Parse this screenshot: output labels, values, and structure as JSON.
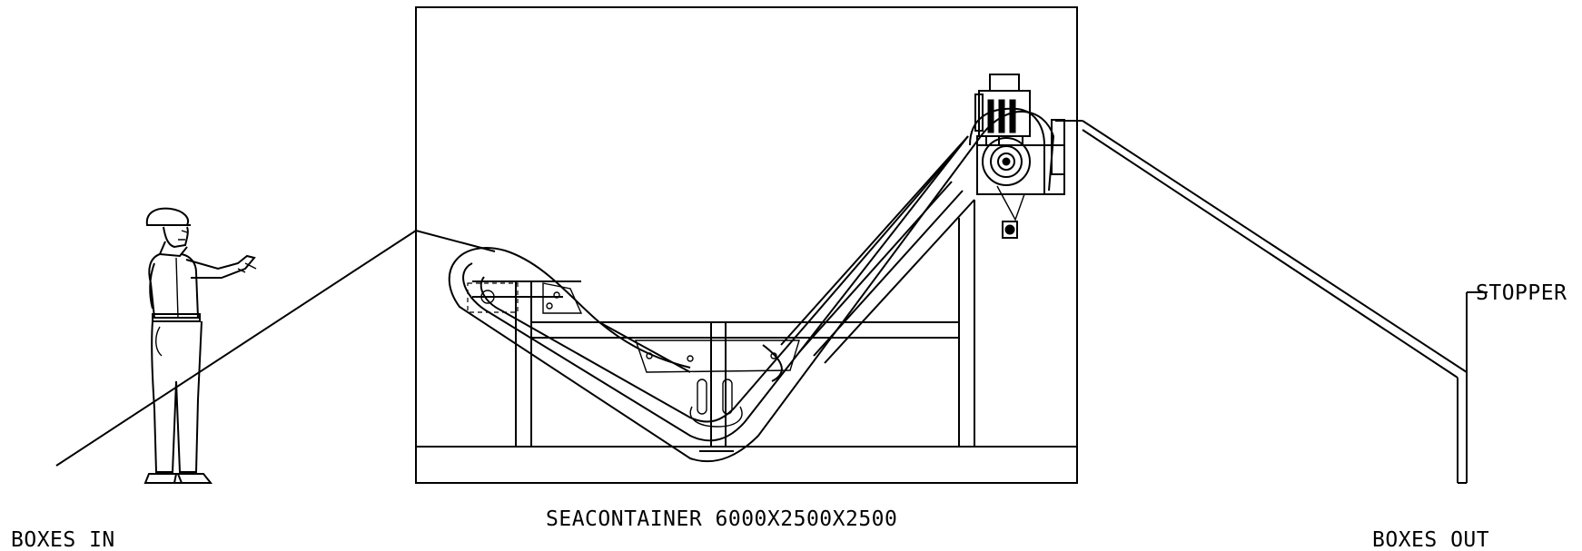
{
  "labels": {
    "boxes_in": "BOXES IN",
    "container": "SEACONTAINER 6000X2500X2500",
    "boxes_out": "BOXES OUT",
    "stopper": "STOPPER"
  }
}
